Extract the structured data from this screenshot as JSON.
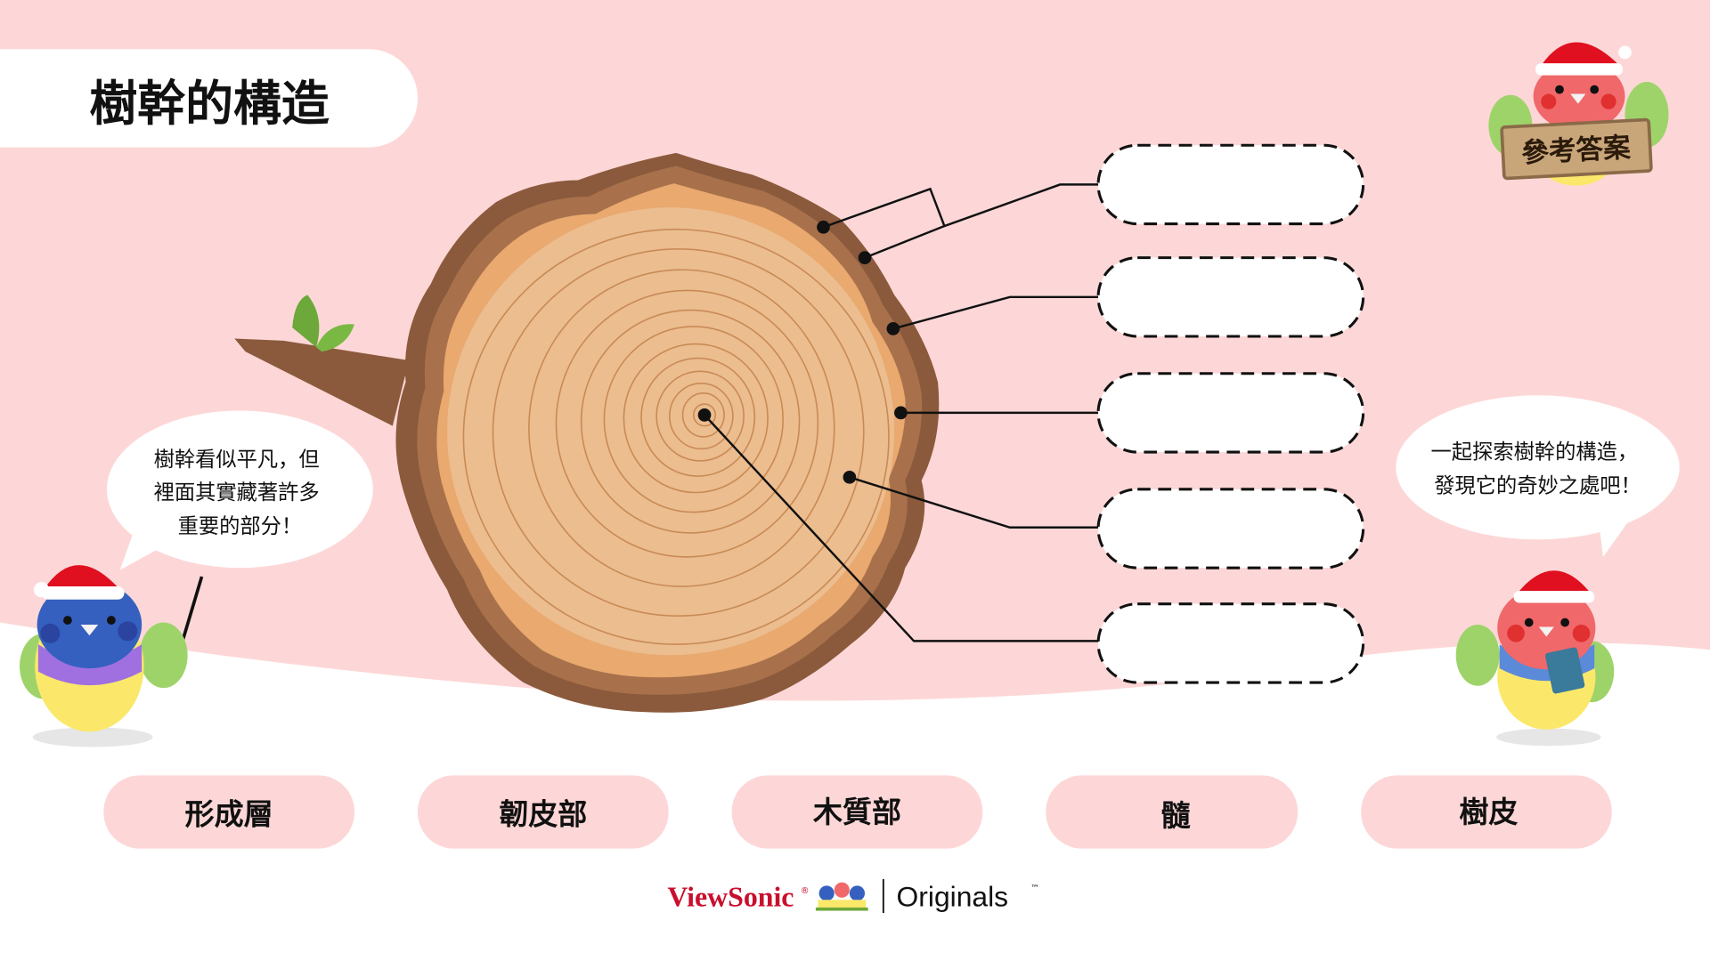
{
  "title": "樹幹的構造",
  "answer_sign": "參考答案",
  "left_bubble": [
    "樹幹看似平凡，但",
    "裡面其實藏著許多",
    "重要的部分！"
  ],
  "right_bubble": [
    "一起探索樹幹的構造，",
    "發現它的奇妙之處吧！"
  ],
  "answer_boxes": [
    "",
    "",
    "",
    "",
    ""
  ],
  "word_bank": [
    "形成層",
    "韌皮部",
    "木質部",
    "髓",
    "樹皮"
  ],
  "footer": {
    "brand": "ViewSonic",
    "registered": "®",
    "product": "Originals",
    "tm": "™"
  },
  "colors": {
    "background": "#fdd7d7",
    "pill": "#fdd7d7",
    "bark_dark": "#8b5a3c",
    "bark": "#a8714b",
    "wood": "#ebbd8f",
    "core": "#f6c9a0",
    "brand_red": "#c8102e"
  }
}
